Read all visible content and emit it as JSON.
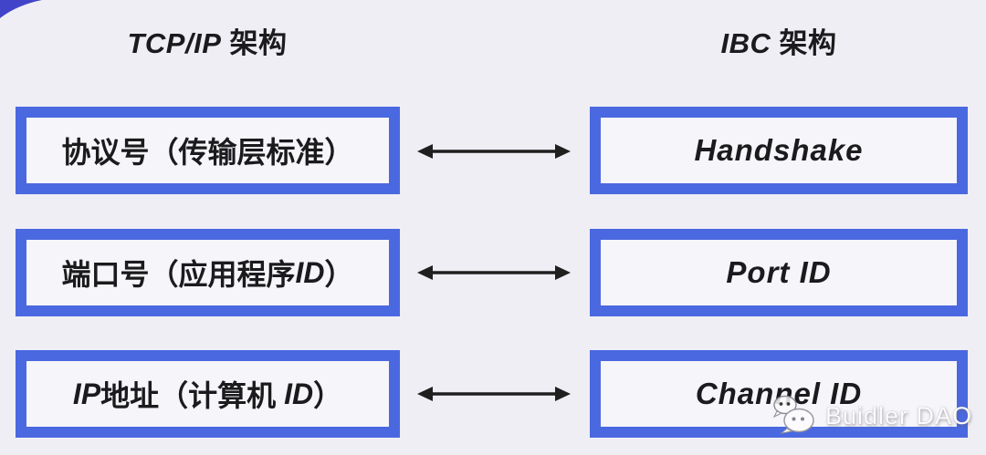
{
  "colors": {
    "background": "#efeef4",
    "box_border_blue": "#4a68e0",
    "box_fill": "#f6f5f9",
    "text": "#1b1b1d",
    "arrow": "#1f1f1f",
    "corner_accent": "#4144c9",
    "watermark_text": "#fcfcfd"
  },
  "headers": {
    "left": {
      "latin": "TCP/IP",
      "cjk": " 架构"
    },
    "right": {
      "latin": "IBC",
      "cjk": " 架构"
    }
  },
  "rows": [
    {
      "left_parts": {
        "pre": "协议号（传输层标准）",
        "it1": "",
        "mid": "",
        "it2": "",
        "post": ""
      },
      "right": "Handshake"
    },
    {
      "left_parts": {
        "pre": "端口号（应用程序",
        "it1": "ID",
        "mid": "",
        "it2": "",
        "post": "）"
      },
      "right": "Port ID"
    },
    {
      "left_parts": {
        "pre": "",
        "it1": "IP",
        "mid": "地址（计算机 ",
        "it2": "ID",
        "post": "）"
      },
      "right": "Channel ID"
    }
  ],
  "watermark": {
    "icon": "wechat-icon",
    "label": "Buidler DAO"
  }
}
